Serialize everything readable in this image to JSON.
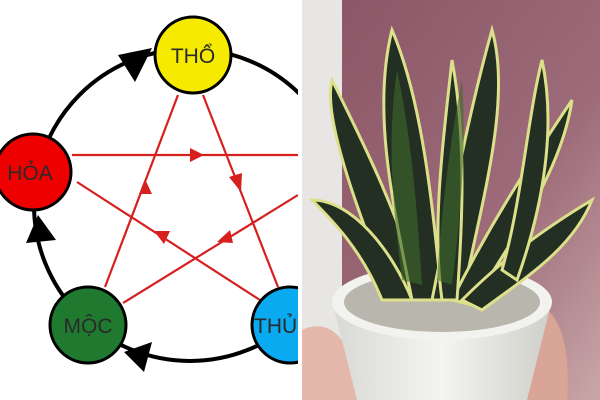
{
  "diagram": {
    "elements": [
      {
        "label": "THỔ",
        "color": "#f5ea00"
      },
      {
        "label": "HỎA",
        "color": "#ee0000"
      },
      {
        "label": "MỘC",
        "color": "#1f7a30"
      },
      {
        "label": "THỦY",
        "color": "#0aaaf0"
      }
    ],
    "generating_color": "#000000",
    "controlling_color": "#d62020"
  },
  "photo": {
    "subject": "snake-plant-in-pot"
  }
}
